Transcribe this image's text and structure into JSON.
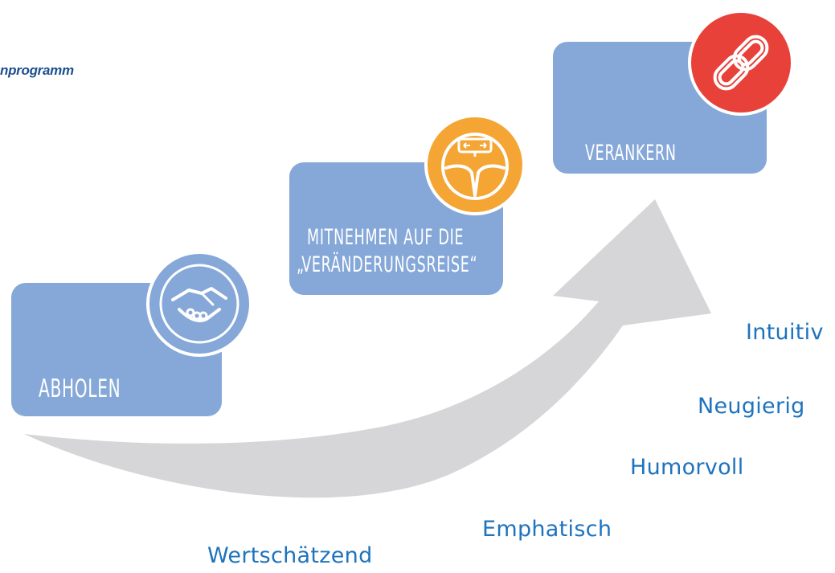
{
  "header": {
    "program_text": "nprogramm"
  },
  "steps": [
    {
      "label": "ABHOLEN",
      "icon": "handshake-icon",
      "badge_color": "#85a8d8"
    },
    {
      "label_line1": "MITNEHMEN AUF DIE",
      "label_line2": "„VERÄNDERUNGSREISE“",
      "icon": "steering-wheel-icon",
      "badge_color": "#f5a533"
    },
    {
      "label": "VERANKERN",
      "icon": "chain-link-icon",
      "badge_color": "#e8413a"
    }
  ],
  "traits": [
    "Intuitiv",
    "Neugierig",
    "Humorvoll",
    "Emphatisch",
    "Wertschätzend"
  ],
  "colors": {
    "box": "#85a8d8",
    "arrow": "#d6d6d8",
    "trait_text": "#1e73be",
    "logo_text": "#1d4f91"
  }
}
